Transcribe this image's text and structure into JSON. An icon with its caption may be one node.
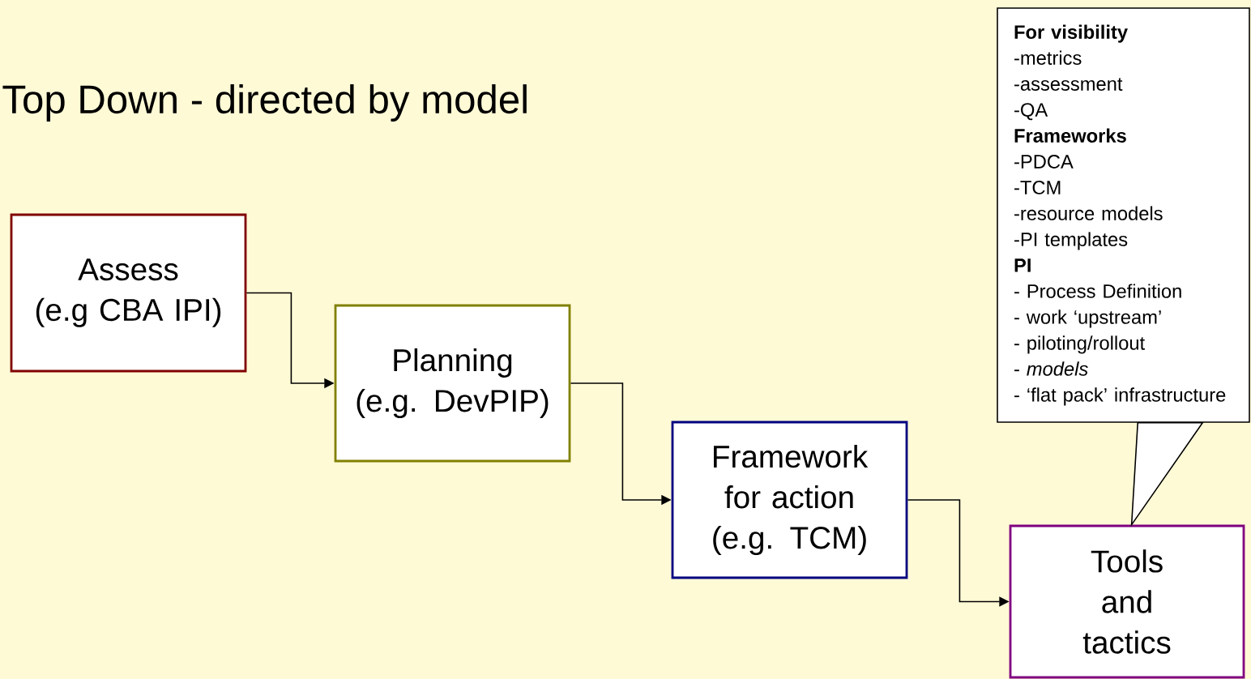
{
  "diagram": {
    "title": "Top Down - directed by model",
    "nodes": [
      {
        "text": [
          "Assess",
          "(e.g CBA IPI)"
        ]
      },
      {
        "text": [
          "Planning",
          "(e.g. DevPIP)"
        ]
      },
      {
        "text": [
          "Framework for action",
          "(e.g. TCM)"
        ]
      },
      {
        "text": [
          "Tools and tactics"
        ]
      },
      {
        "text": [
          "For visibility",
          "-metrics",
          "-assessment",
          "-QA",
          "Frameworks",
          "-PDCA",
          "-TCM",
          "-resource models",
          "-PI templates",
          "PI",
          "- Process Definition",
          "- work ‘upstream’",
          "- piloting/rollout",
          "- *models*",
          "- ‘flat pack’ infrastructure"
        ]
      }
    ],
    "edges": [
      {
        "from": 0,
        "to": 1,
        "arrow": "to"
      },
      {
        "from": 1,
        "to": 2,
        "arrow": "to"
      },
      {
        "from": 2,
        "to": 3,
        "arrow": "to"
      },
      {
        "from": 4,
        "to": 3,
        "arrow": "none"
      }
    ]
  }
}
